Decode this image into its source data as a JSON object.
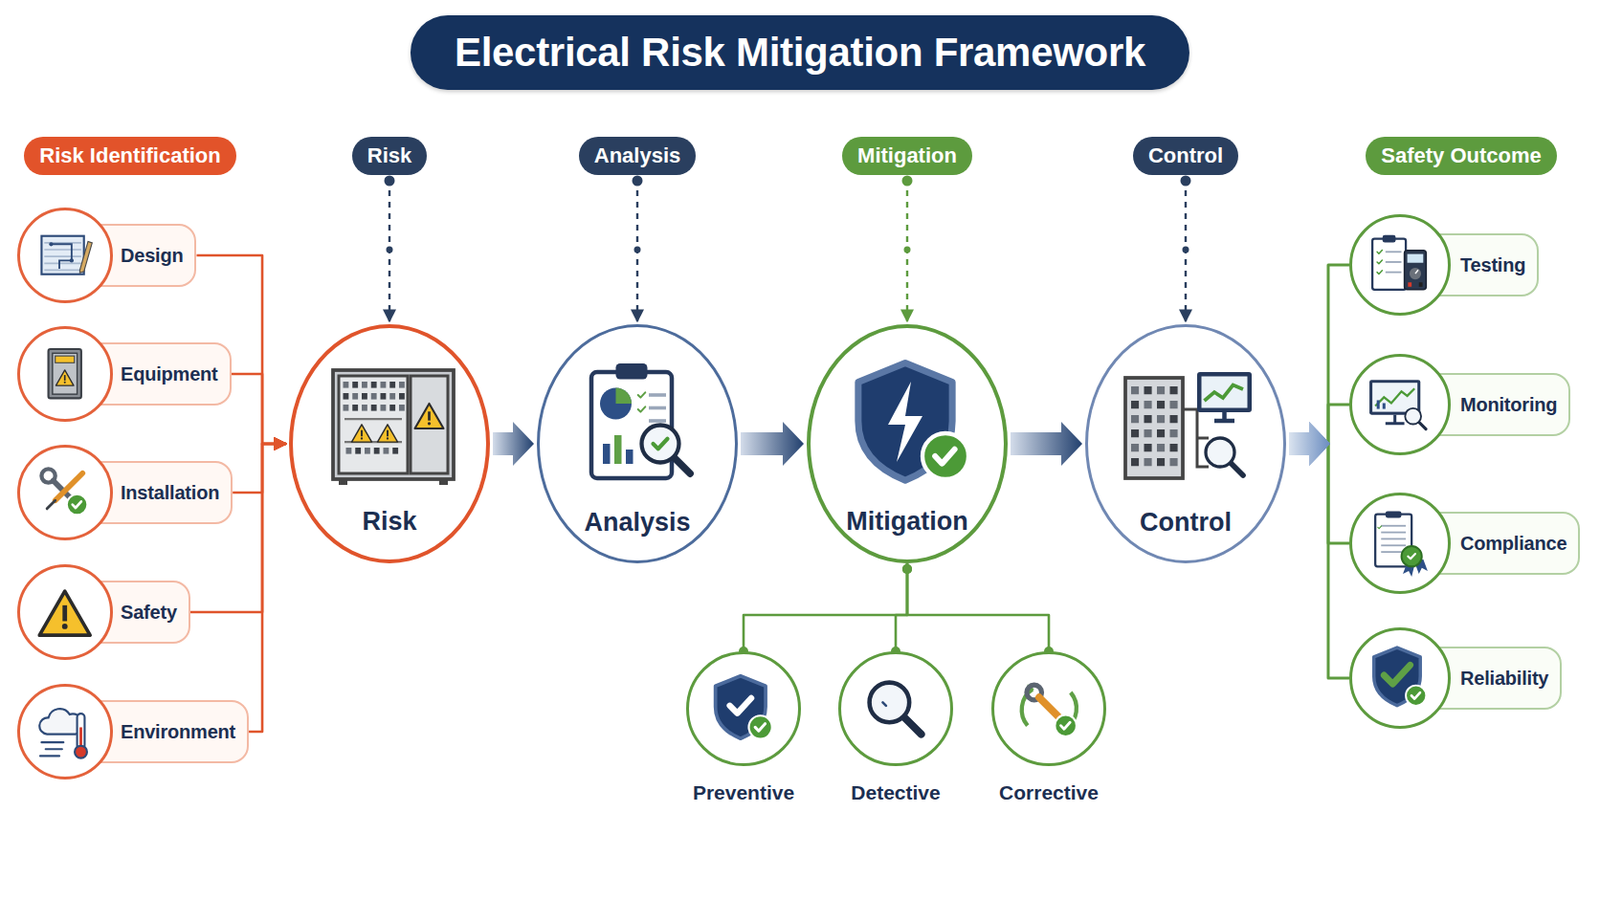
{
  "diagram": {
    "title": "Electrical Risk Mitigation Framework",
    "nodes": [
      {
        "text": [
          "Risk Identification"
        ]
      },
      {
        "text": [
          "Risk"
        ]
      },
      {
        "text": [
          "Analysis"
        ]
      },
      {
        "text": [
          "Mitigation"
        ]
      },
      {
        "text": [
          "Control"
        ]
      },
      {
        "text": [
          "Safety Outcome"
        ]
      },
      {
        "text": [
          "Design"
        ]
      },
      {
        "text": [
          "Equipment"
        ]
      },
      {
        "text": [
          "Installation"
        ]
      },
      {
        "text": [
          "Safety"
        ]
      },
      {
        "text": [
          "Environment"
        ]
      },
      {
        "text": [
          "Risk"
        ]
      },
      {
        "text": [
          "Analysis"
        ]
      },
      {
        "text": [
          "Mitigation"
        ]
      },
      {
        "text": [
          "Control"
        ]
      },
      {
        "text": [
          "Preventive"
        ]
      },
      {
        "text": [
          "Detective"
        ]
      },
      {
        "text": [
          "Corrective"
        ]
      },
      {
        "text": [
          "Testing"
        ]
      },
      {
        "text": [
          "Monitoring"
        ]
      },
      {
        "text": [
          "Compliance"
        ]
      },
      {
        "text": [
          "Reliability"
        ]
      }
    ],
    "edges": [
      {
        "from": 1,
        "to": 11,
        "arrow": "to"
      },
      {
        "from": 2,
        "to": 12,
        "arrow": "to"
      },
      {
        "from": 3,
        "to": 13,
        "arrow": "to"
      },
      {
        "from": 4,
        "to": 14,
        "arrow": "to"
      },
      {
        "from": 6,
        "to": 11,
        "arrow": "to"
      },
      {
        "from": 7,
        "to": 11,
        "arrow": "to"
      },
      {
        "from": 8,
        "to": 11,
        "arrow": "to"
      },
      {
        "from": 9,
        "to": 11,
        "arrow": "to"
      },
      {
        "from": 10,
        "to": 11,
        "arrow": "to"
      },
      {
        "from": 11,
        "to": 12,
        "arrow": "to"
      },
      {
        "from": 12,
        "to": 13,
        "arrow": "to"
      },
      {
        "from": 13,
        "to": 14,
        "arrow": "to"
      },
      {
        "from": 13,
        "to": 15,
        "arrow": "none"
      },
      {
        "from": 13,
        "to": 16,
        "arrow": "none"
      },
      {
        "from": 13,
        "to": 17,
        "arrow": "none"
      },
      {
        "from": 14,
        "to": 18,
        "arrow": "to"
      },
      {
        "from": 14,
        "to": 19,
        "arrow": "to"
      },
      {
        "from": 14,
        "to": 20,
        "arrow": "to"
      },
      {
        "from": 14,
        "to": 21,
        "arrow": "to"
      }
    ]
  }
}
